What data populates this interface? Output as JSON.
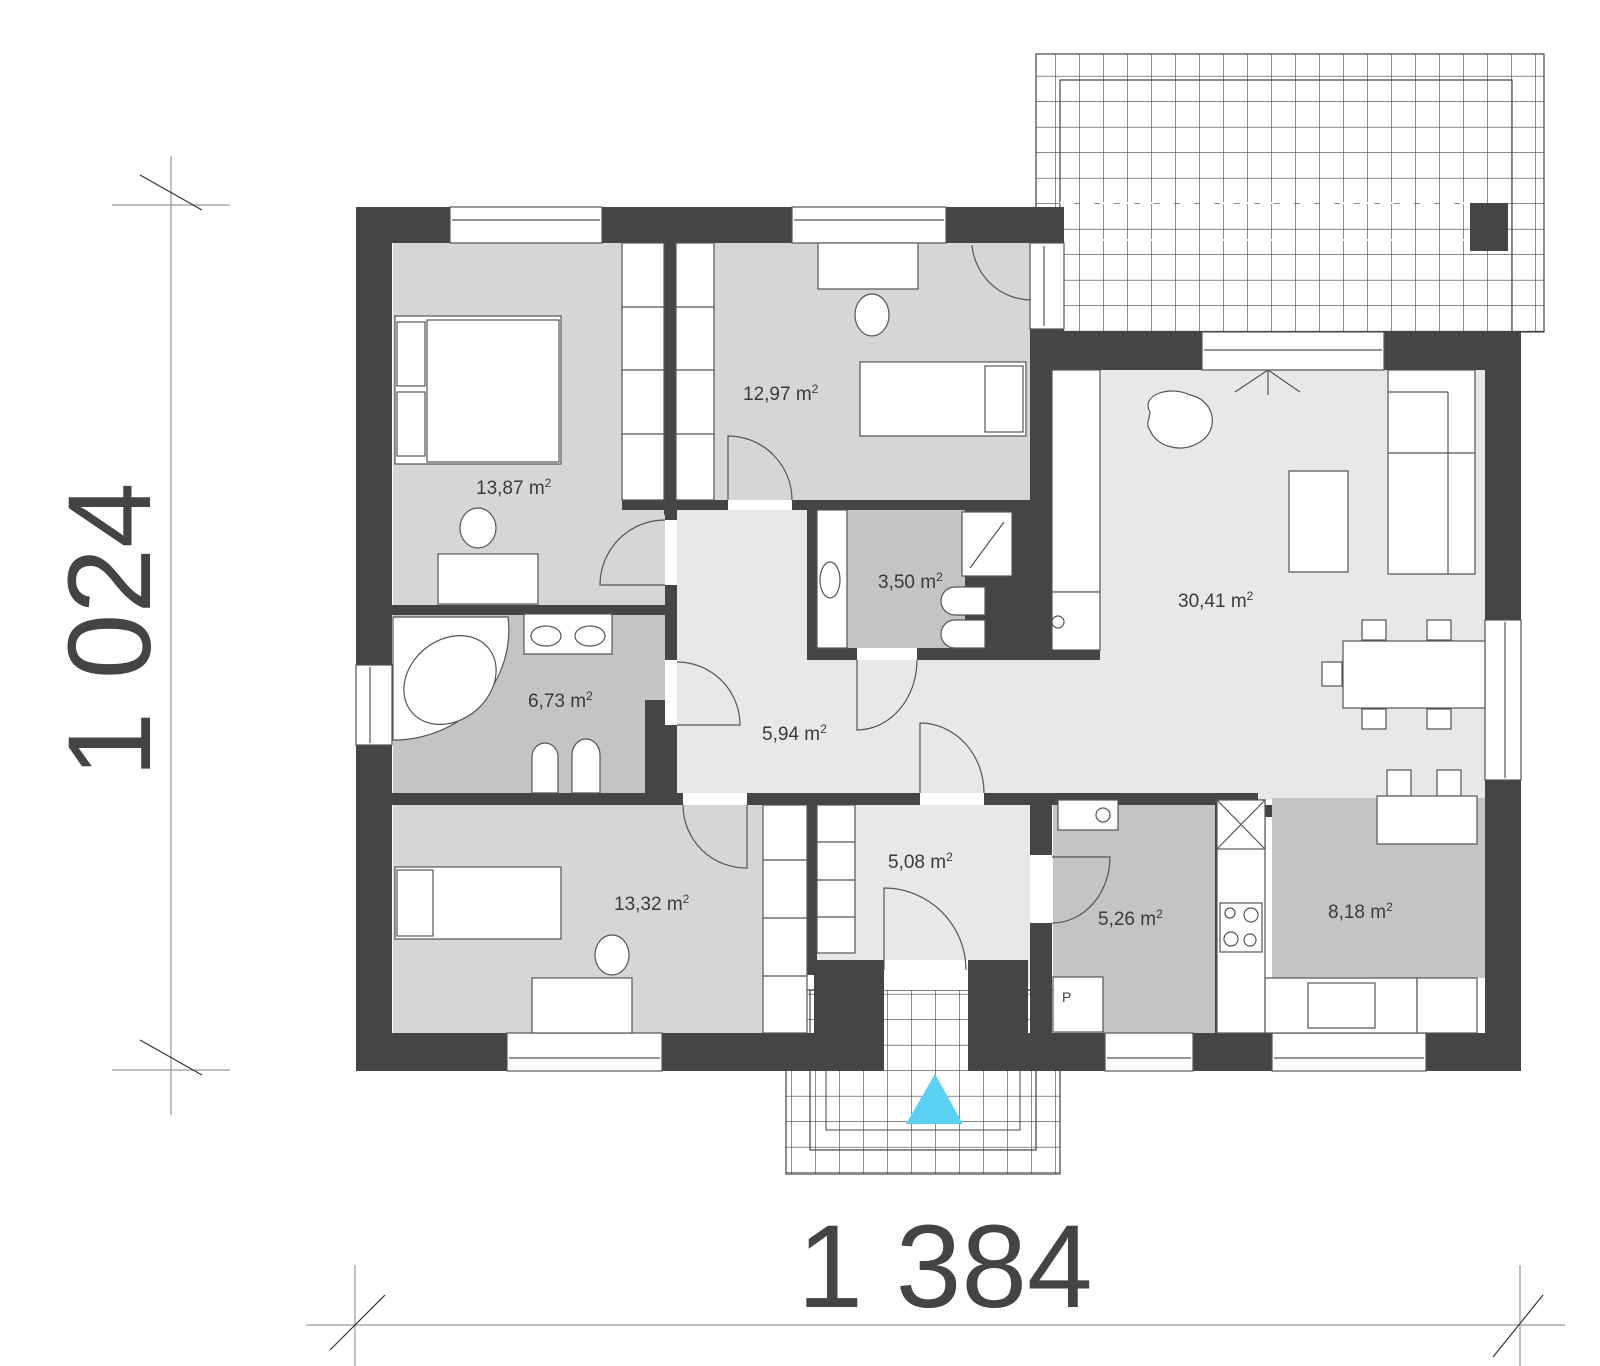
{
  "plan": {
    "colors": {
      "wall": "#454545",
      "floor_light": "#e8e8e8",
      "floor_mid": "#d6d6d6",
      "floor_dark": "#c4c4c4",
      "entrance_marker": "#5ad1f5",
      "line": "#555555"
    },
    "dimensions": {
      "width_label": "1 384",
      "height_label": "1 024"
    },
    "unit_sup": "2",
    "rooms": [
      {
        "id": "bedroom-1",
        "area": "13,87 m"
      },
      {
        "id": "bedroom-2",
        "area": "12,97 m"
      },
      {
        "id": "bathroom",
        "area": "6,73 m"
      },
      {
        "id": "wc",
        "area": "3,50 m"
      },
      {
        "id": "hall",
        "area": "5,94 m"
      },
      {
        "id": "living-room",
        "area": "30,41 m"
      },
      {
        "id": "bedroom-3",
        "area": "13,32 m"
      },
      {
        "id": "vestibule",
        "area": "5,08 m"
      },
      {
        "id": "utility-room",
        "area": "5,26 m"
      },
      {
        "id": "kitchen",
        "area": "8,18 m"
      }
    ],
    "fixtures": {
      "boiler_label": "P"
    }
  }
}
